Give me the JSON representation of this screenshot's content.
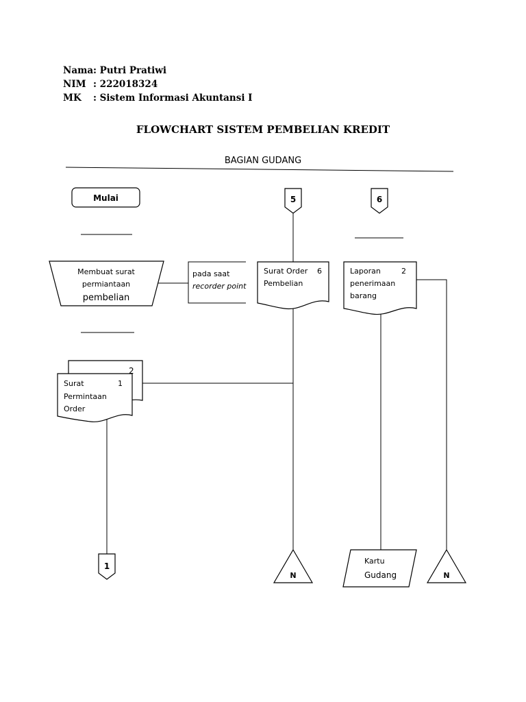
{
  "header": {
    "nama_label": "Nama",
    "nama_value": ": Putri Pratiwi",
    "nim_label": "NIM",
    "nim_value": ": 222018324",
    "mk_label": "MK",
    "mk_value": ": Sistem Informasi Akuntansi I"
  },
  "title": "FLOWCHART SISTEM PEMBELIAN KREDIT",
  "section": "BAGIAN GUDANG",
  "nodes": {
    "start": "Mulai",
    "connector_5": "5",
    "connector_6": "6",
    "manual_line1": "Membuat surat",
    "manual_line2": "permiantaan",
    "manual_line3": "pembelian",
    "annotation_line1": "pada saat",
    "annotation_line2": "recorder point",
    "surat_order_line1": "Surat Order",
    "surat_order_line2": "Pembelian",
    "surat_order_copy": "6",
    "laporan_line1": "Laporan",
    "laporan_line2": "penerimaan",
    "laporan_line3": "barang",
    "laporan_copy": "2",
    "spo_line1": "Surat",
    "spo_line2": "Permintaan",
    "spo_line3": "Order",
    "spo_copy1": "1",
    "spo_copy2": "2",
    "connector_1": "1",
    "archive_n1": "N",
    "kartu_line1": "Kartu",
    "kartu_line2": "Gudang",
    "archive_n2": "N"
  }
}
